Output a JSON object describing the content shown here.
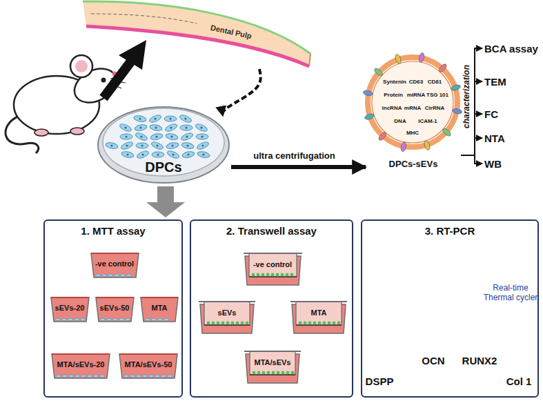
{
  "diagram": {
    "nodes": [
      {
        "text": [
          "Dental Pulp"
        ]
      },
      {
        "text": [
          "DPCs"
        ]
      },
      {
        "text": [
          "DPCs-sEVs"
        ]
      },
      {
        "text": [
          "BCA assay"
        ]
      },
      {
        "text": [
          "TEM"
        ]
      },
      {
        "text": [
          "FC"
        ]
      },
      {
        "text": [
          "NTA"
        ]
      },
      {
        "text": [
          "WB"
        ]
      },
      {
        "text": [
          "1. MTT assay"
        ]
      },
      {
        "text": [
          "-ve control"
        ],
        "in": 8
      },
      {
        "text": [
          "sEVs-20"
        ],
        "in": 8
      },
      {
        "text": [
          "sEVs-50"
        ],
        "in": 8
      },
      {
        "text": [
          "MTA"
        ],
        "in": 8
      },
      {
        "text": [
          "MTA/sEVs-20"
        ],
        "in": 8
      },
      {
        "text": [
          "MTA/sEVs-50"
        ],
        "in": 8
      },
      {
        "text": [
          "2. Transwell assay"
        ]
      },
      {
        "text": [
          "-ve control"
        ],
        "in": 15
      },
      {
        "text": [
          "sEVs"
        ],
        "in": 15
      },
      {
        "text": [
          "MTA"
        ],
        "in": 15
      },
      {
        "text": [
          "MTA/sEVs"
        ],
        "in": 15
      },
      {
        "text": [
          "3. RT-PCR"
        ]
      }
    ],
    "edges": [
      {
        "from": 0,
        "to": 1,
        "arrow": "to"
      },
      {
        "from": 1,
        "to": 2,
        "label": "ultra centrifugation",
        "arrow": "to"
      },
      {
        "from": 2,
        "to": 3,
        "arrow": "to"
      },
      {
        "from": 2,
        "to": 4,
        "arrow": "to"
      },
      {
        "from": 2,
        "to": 5,
        "arrow": "to"
      },
      {
        "from": 2,
        "to": 6,
        "arrow": "to"
      },
      {
        "from": 2,
        "to": 7,
        "arrow": "to"
      }
    ],
    "labels": [
      "Syntenin",
      "CD63",
      "CD81",
      "TSG 101",
      "ICAM-1",
      "MHC",
      "Protein",
      "miRNA",
      "mRNA",
      "lncRNA",
      "DNA",
      "CirRNA",
      "characterization",
      "Real-time Thermal cycler",
      "DSPP",
      "OCN",
      "RUNX2",
      "Col 1"
    ]
  }
}
